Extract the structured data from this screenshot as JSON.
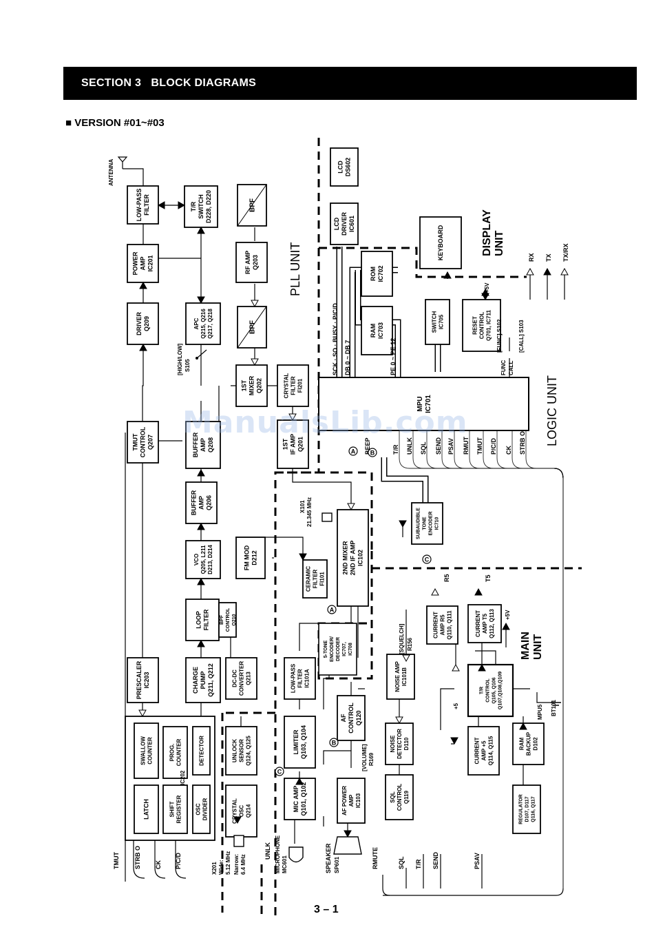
{
  "section": {
    "number": "SECTION 3",
    "title": "BLOCK DIAGRAMS"
  },
  "version_label": "■ VERSION #01~#03",
  "page_number": "3 – 1",
  "watermark": "ManualsLib.com",
  "unit_labels": [
    "PLL UNIT",
    "DISPLAY UNIT",
    "LOGIC UNIT",
    "MAIN UNIT"
  ],
  "legend": [
    "RX",
    "TX",
    "TX/RX"
  ],
  "blocks": {
    "lpf": [
      "LOW-PASS",
      "FILTER"
    ],
    "tr_switch": [
      "T/R",
      "SWITCH",
      "D228, D220"
    ],
    "bpf1": [
      "BPF"
    ],
    "power_amp": [
      "POWER",
      "AMP",
      "IC201"
    ],
    "rf_amp": [
      "RF AMP",
      "Q203"
    ],
    "driver": [
      "DRIVER",
      "Q209"
    ],
    "apc": [
      "APC",
      "Q215, Q216",
      "Q217, Q218"
    ],
    "bpf2": [
      "BPF"
    ],
    "mixer1": [
      "1ST",
      "MIXER",
      "Q202"
    ],
    "crystal_filter": [
      "CRYSTAL",
      "FILTER",
      "FI201"
    ],
    "tmut_control": [
      "TMUT",
      "CONTROL",
      "Q207"
    ],
    "buffer_amp1": [
      "BUFFER",
      "AMP",
      "Q208"
    ],
    "if_amp1": [
      "1ST",
      "IF AMP",
      "Q201"
    ],
    "buffer_amp2": [
      "BUFFER",
      "AMP",
      "Q206"
    ],
    "vco": [
      "VCO",
      "Q205, L211",
      "D213, D214"
    ],
    "fm_mod": [
      "FM MOD",
      "D212"
    ],
    "mixer2": [
      "2ND MIXER",
      "2ND IF AMP",
      "IC102"
    ],
    "ceramic_filter": [
      "CERAMIC",
      "FILTER",
      "FI101"
    ],
    "loop_filter": [
      "LOOP",
      "FILTER"
    ],
    "bpf_control": [
      "BPF",
      "CONTROL",
      "Q210"
    ],
    "prescaler": [
      "PRESCALER",
      "IC203"
    ],
    "charge_pump": [
      "CHARGE",
      "PUMP",
      "Q211, Q212"
    ],
    "dcdc": [
      "DC-DC",
      "CONVERTER",
      "Q213"
    ],
    "lpf2": [
      "LOW-PASS",
      "FILTER",
      "IC101A"
    ],
    "tone_encoder": [
      "5-TONE",
      "ENCODER/",
      "DECODER",
      "IC707,",
      "IC708"
    ],
    "noise_amp": [
      "NOISE AMP",
      "IC101B"
    ],
    "swallow_counter": [
      "SWALLOW",
      "COUNTER"
    ],
    "prog_counter": [
      "PROG.",
      "COUNTER"
    ],
    "detector": [
      "DETECTOR"
    ],
    "latch": [
      "LATCH"
    ],
    "shift_register": [
      "SHIFT",
      "REGISTER"
    ],
    "osc_divider": [
      "OSC",
      "DIVIDER"
    ],
    "ic202": [
      "IC202"
    ],
    "unlock_sensor": [
      "UNLOCK",
      "SENSOR",
      "Q124, Q125"
    ],
    "crystal_osc": [
      "CRYSTAL",
      "OSC",
      "Q214"
    ],
    "limiter": [
      "LIMITER",
      "Q103, Q104"
    ],
    "mic_amp": [
      "MIC AMP",
      "Q101, Q102"
    ],
    "af_control": [
      "AF",
      "CONTROL",
      "Q120"
    ],
    "af_power_amp": [
      "AF POWER",
      "AMP",
      "IC103"
    ],
    "noise_detector": [
      "NOISE",
      "DETECTOR",
      "D110"
    ],
    "sql_control": [
      "SQL",
      "CONTROL",
      "Q119"
    ],
    "lcd": [
      "LCD",
      "DS602"
    ],
    "lcd_driver": [
      "LCD",
      "DRIVER",
      "IC601"
    ],
    "rom": [
      "ROM",
      "IC702"
    ],
    "ram": [
      "RAM",
      "IC703"
    ],
    "keyboard": [
      "KEYBOARD"
    ],
    "switch": [
      "SWITCH",
      "IC705"
    ],
    "reset_control": [
      "RESET",
      "CONTROL",
      "Q701, IC711"
    ],
    "mpu": [
      "MPU",
      "IC701"
    ],
    "subaudible": [
      "SUBAUDIBLE",
      "TONE",
      "ENCODER",
      "IC710"
    ],
    "current_amp_r5": [
      "CURRENT",
      "AMP R5",
      "Q110, Q111"
    ],
    "current_amp_t5": [
      "CURRENT",
      "AMP T5",
      "Q112, Q113"
    ],
    "tr_control": [
      "T/R",
      "CONTROL",
      "Q105, Q106",
      "Q107,Q108,Q109"
    ],
    "current_amp_plus5": [
      "CURRENT",
      "AMP +5",
      "Q114, Q115"
    ],
    "ram_backup": [
      "RAM",
      "BACKUP",
      "D102"
    ],
    "regulator": [
      "REGULATOR",
      "D107, D117",
      "Q116, Q117"
    ]
  },
  "labels": {
    "antenna": "ANTENNA",
    "high_low": "[HIGH/LOW]",
    "s105": "S105",
    "sck_bus": "SCK · SO · BUSY · P/C/D",
    "db": "DB 0 ~ DB 7",
    "pe": "PE 0 ~ PE 12",
    "plus5v": "+5V",
    "func_s102": "[FUNC] S102",
    "call_s103": "[CALL] S103",
    "func": "FUNC",
    "call": "CALL",
    "x101": "X101",
    "x101_freq": "21.345 MHz",
    "squelch": "[SQUELCH]",
    "r156": "R156",
    "r5": "R5",
    "t5": "T5",
    "volume": "[VOLUME]",
    "r169": "R169",
    "mpu5": "MPU5",
    "bt101": "BT101",
    "x201": "X201",
    "wide": "Wide:",
    "wide_freq": "5.12 MHz",
    "narrow": "Narrow:",
    "narrow_freq": "6.4 MHz",
    "microphone": "MICROPHONE",
    "mc601": "MC601",
    "speaker": "SPEAKER",
    "sp601": "SP601",
    "unlk": "UNLK",
    "plus5": "+5",
    "circle_a": "A",
    "circle_b": "B",
    "circle_c": "C",
    "beep": "BEEP"
  },
  "signals_bottom": [
    "RMUTE",
    "SQL",
    "T/R",
    "SEND",
    "PSAV"
  ],
  "signals_left": [
    "TMUT",
    "STRB O",
    "CK",
    "P/C/D"
  ],
  "signals_mpu": [
    "T/R",
    "UNLK",
    "SQL",
    "SEND",
    "PSAV",
    "RMUT",
    "TMUT",
    "P/C/D",
    "CK",
    "STRB O"
  ]
}
